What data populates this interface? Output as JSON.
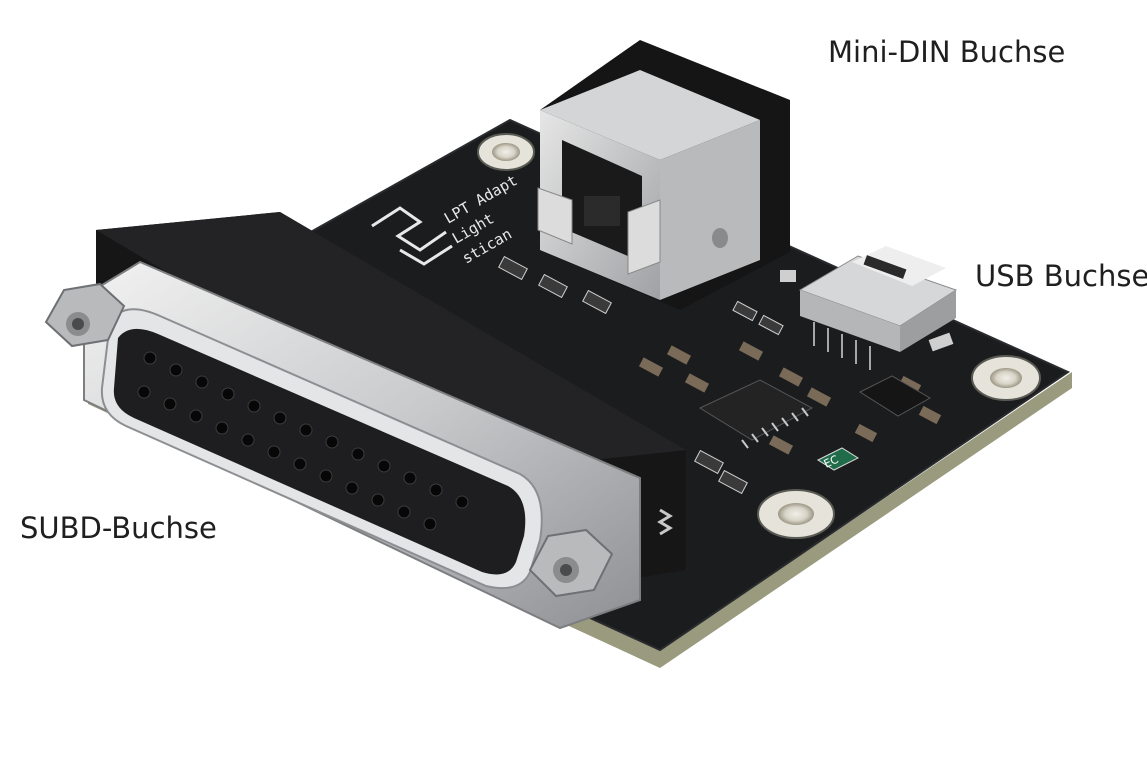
{
  "labels": {
    "mini_din": "Mini-DIN Buchse",
    "usb": "USB Buchse",
    "subd": "SUBD-Buchse"
  },
  "board": {
    "silkscreen_line1": "LPT Adapt",
    "silkscreen_line2": "Light",
    "silkscreen_line3": "stican",
    "chip_marking": "EC"
  },
  "colors": {
    "pcb": "#1b1c1e",
    "connector_metal": "#c9cacc",
    "background": "#ffffff",
    "label_text": "#1f1f1f"
  }
}
